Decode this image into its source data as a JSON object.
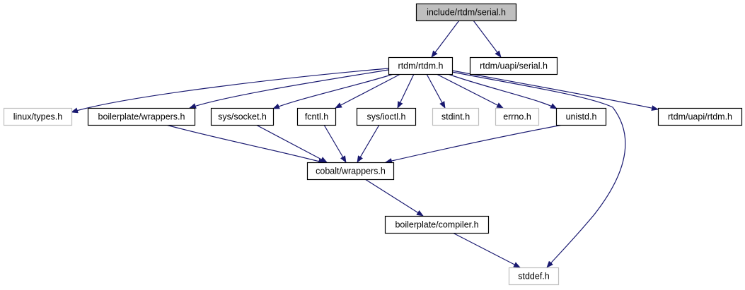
{
  "diagram": {
    "type": "include-dependency-graph",
    "colors": {
      "edge": "#191970",
      "root_fill": "#bfbfbf",
      "root_border": "#000000",
      "node_fill": "#ffffff",
      "node_border": "#000000",
      "external_border": "#bfbfbf"
    },
    "nodes": [
      {
        "id": "serial",
        "label": "include/rtdm/serial.h",
        "kind": "root"
      },
      {
        "id": "rtdm",
        "label": "rtdm/rtdm.h",
        "kind": "documented"
      },
      {
        "id": "uapi_serial",
        "label": "rtdm/uapi/serial.h",
        "kind": "documented"
      },
      {
        "id": "linux_types",
        "label": "linux/types.h",
        "kind": "external"
      },
      {
        "id": "bp_wrappers",
        "label": "boilerplate/wrappers.h",
        "kind": "documented"
      },
      {
        "id": "sys_socket",
        "label": "sys/socket.h",
        "kind": "documented"
      },
      {
        "id": "fcntl",
        "label": "fcntl.h",
        "kind": "documented"
      },
      {
        "id": "sys_ioctl",
        "label": "sys/ioctl.h",
        "kind": "documented"
      },
      {
        "id": "stdint",
        "label": "stdint.h",
        "kind": "external"
      },
      {
        "id": "errno",
        "label": "errno.h",
        "kind": "external"
      },
      {
        "id": "unistd",
        "label": "unistd.h",
        "kind": "documented"
      },
      {
        "id": "uapi_rtdm",
        "label": "rtdm/uapi/rtdm.h",
        "kind": "documented"
      },
      {
        "id": "cobalt_wrappers",
        "label": "cobalt/wrappers.h",
        "kind": "documented"
      },
      {
        "id": "bp_compiler",
        "label": "boilerplate/compiler.h",
        "kind": "documented"
      },
      {
        "id": "stddef",
        "label": "stddef.h",
        "kind": "external"
      }
    ],
    "edges": [
      {
        "from": "serial",
        "to": "rtdm"
      },
      {
        "from": "serial",
        "to": "uapi_serial"
      },
      {
        "from": "rtdm",
        "to": "linux_types"
      },
      {
        "from": "rtdm",
        "to": "bp_wrappers"
      },
      {
        "from": "rtdm",
        "to": "sys_socket"
      },
      {
        "from": "rtdm",
        "to": "fcntl"
      },
      {
        "from": "rtdm",
        "to": "sys_ioctl"
      },
      {
        "from": "rtdm",
        "to": "stdint"
      },
      {
        "from": "rtdm",
        "to": "errno"
      },
      {
        "from": "rtdm",
        "to": "unistd"
      },
      {
        "from": "rtdm",
        "to": "stddef"
      },
      {
        "from": "rtdm",
        "to": "uapi_rtdm"
      },
      {
        "from": "bp_wrappers",
        "to": "cobalt_wrappers"
      },
      {
        "from": "sys_socket",
        "to": "cobalt_wrappers"
      },
      {
        "from": "fcntl",
        "to": "cobalt_wrappers"
      },
      {
        "from": "sys_ioctl",
        "to": "cobalt_wrappers"
      },
      {
        "from": "unistd",
        "to": "cobalt_wrappers"
      },
      {
        "from": "cobalt_wrappers",
        "to": "bp_compiler"
      },
      {
        "from": "bp_compiler",
        "to": "stddef"
      }
    ]
  }
}
